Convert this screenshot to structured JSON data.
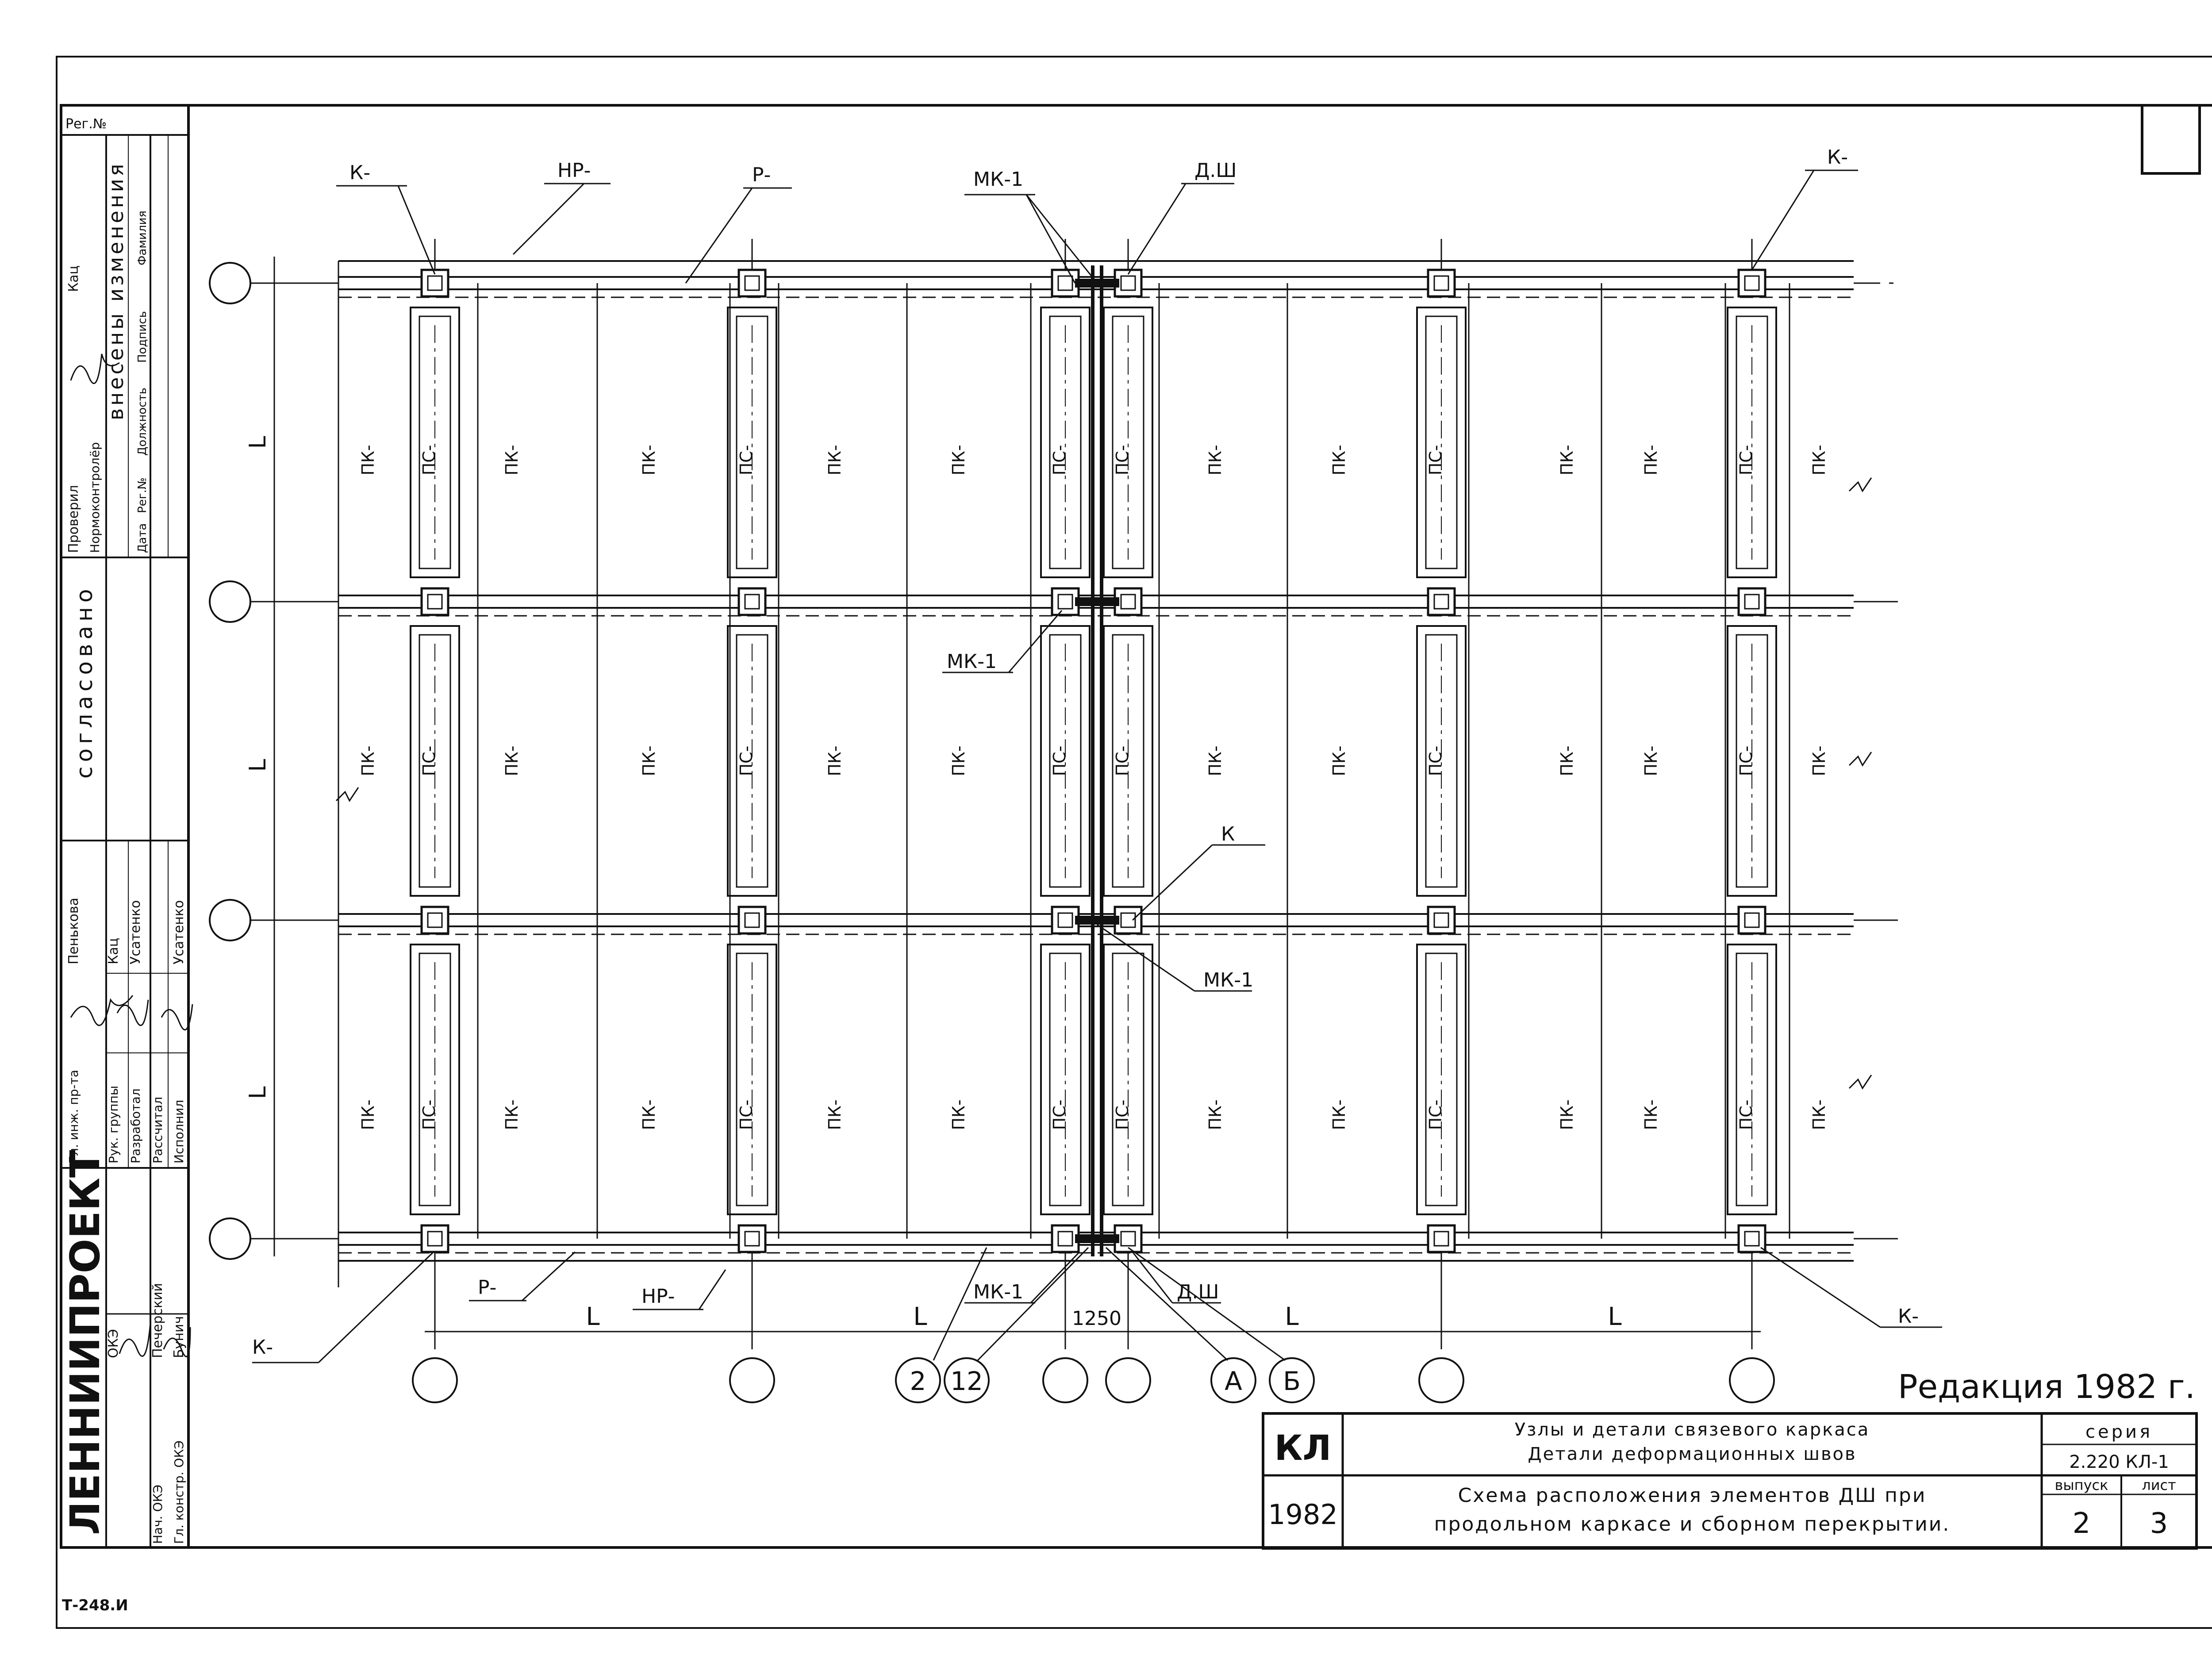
{
  "side_stamp": {
    "reg_no": "Рег.№",
    "changes_header": "внесены изменения",
    "changes_cols": [
      "Дата",
      "Рег.№",
      "Должность",
      "Подпись",
      "Фамилия"
    ],
    "checked": "Проверил",
    "checked_name": "Кац",
    "normcontrol": "Нормоконтролёр",
    "agreed": "согласовано",
    "roles": [
      "Гл. инж. пр-та",
      "Рук. группы",
      "Разработал",
      "Рассчитал",
      "Исполнил"
    ],
    "names": [
      "Пенькова",
      "Кац",
      "Усатенко",
      "Усатенко"
    ],
    "org": "ЛЕННИИПРОЕКТ",
    "dept": "ОКЭ",
    "bottom_roles": [
      "Нач. ОКЭ",
      "Гл. констр. ОКЭ"
    ],
    "bottom_names": [
      "Печерский",
      "Бунич"
    ]
  },
  "plan": {
    "labels": {
      "column": "К-",
      "column_k": "К",
      "girder": "НР-",
      "beam": "Р-",
      "link": "МК-1",
      "seam": "Д.Ш",
      "slab": "ПК-",
      "slab_c": "ПС-",
      "span": "L",
      "seam_width": "1250"
    },
    "axis_bubbles": [
      "2",
      "12",
      "А",
      "Б"
    ]
  },
  "edition": "Редакция 1982 г.",
  "title_block": {
    "code": "КЛ",
    "year": "1982",
    "title1": "Узлы и детали связевого каркаса",
    "title2": "Детали деформационных швов",
    "desc1": "Схема расположения элементов ДШ при",
    "desc2": "продольном каркасе и сборном перекрытии.",
    "series_label": "серия",
    "series_value": "2.220 КЛ-1",
    "issue_label": "выпуск",
    "issue_value": "2",
    "sheet_label": "лист",
    "sheet_value": "3"
  },
  "footer_code": "Т-248.И"
}
